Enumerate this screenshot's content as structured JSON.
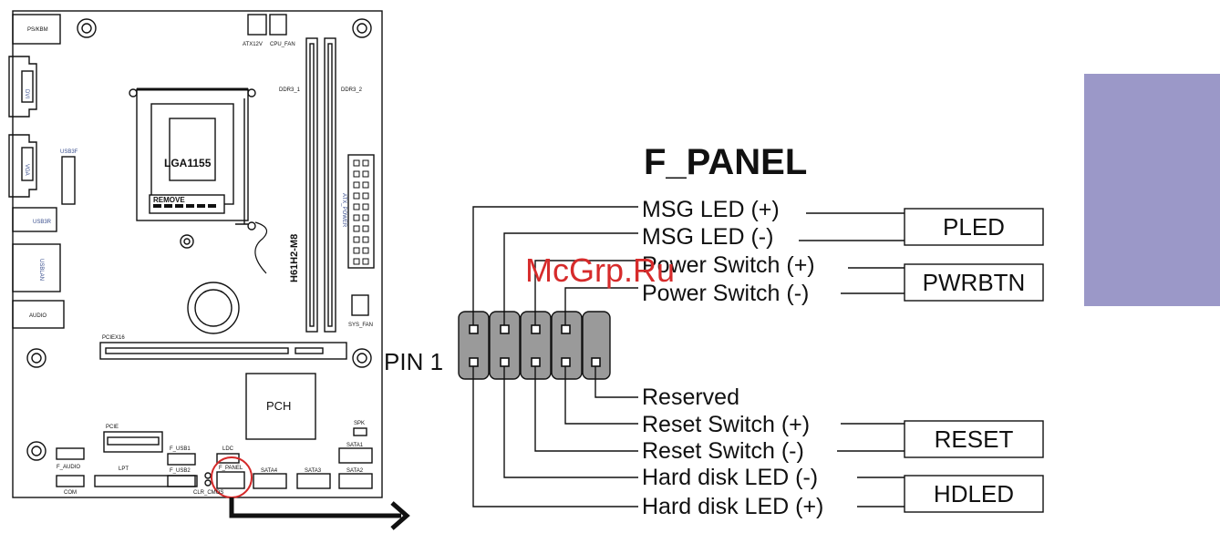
{
  "board": {
    "ps2": "PS/KBM",
    "dvi": "DVI",
    "vga": "VGA",
    "usb3f": "USB3F",
    "usb3r": "USB3R",
    "usblan": "USBLAN",
    "audio": "AUDIO",
    "cpu_power": "ATX12V",
    "cpu_fan": "CPU_FAN",
    "socket": "LGA1155",
    "remove": "REMOVE",
    "ddr1": "DDR3_1",
    "ddr2": "DDR3_2",
    "atx_power": "ATX_POWER",
    "model": "H61H2-M8",
    "sys_fan": "SYS_FAN",
    "pciex16": "PCIEX16",
    "pch": "PCH",
    "pcie": "PCIE",
    "spk": "SPK",
    "f_usb1": "F_USB1",
    "f_usb2": "F_USB2",
    "f_audio": "F_AUDIO",
    "lpt": "LPT",
    "com": "COM",
    "ldc": "LDC",
    "f_panel": "F_PANEL",
    "clr_cmos": "CLR_CMOS",
    "sata1": "SATA1",
    "sata2": "SATA2",
    "sata3": "SATA3",
    "sata4": "SATA4"
  },
  "diagram": {
    "title": "F_PANEL",
    "pin1": "PIN 1",
    "watermark": "McGrp.Ru",
    "pins": [
      "MSG LED (+)",
      "MSG LED (-)",
      "Power Switch (+)",
      "Power Switch (-)",
      "Reserved",
      "Reset Switch (+)",
      "Reset Switch (-)",
      "Hard disk LED (-)",
      "Hard disk LED (+)"
    ],
    "groups": [
      "PLED",
      "PWRBTN",
      "RESET",
      "HDLED"
    ]
  },
  "colors": {
    "accent_panel": "#9b98c8",
    "pin_fill": "#9a9a9a",
    "highlight_circle": "#d42a2a",
    "watermark": "#d62b2b"
  }
}
